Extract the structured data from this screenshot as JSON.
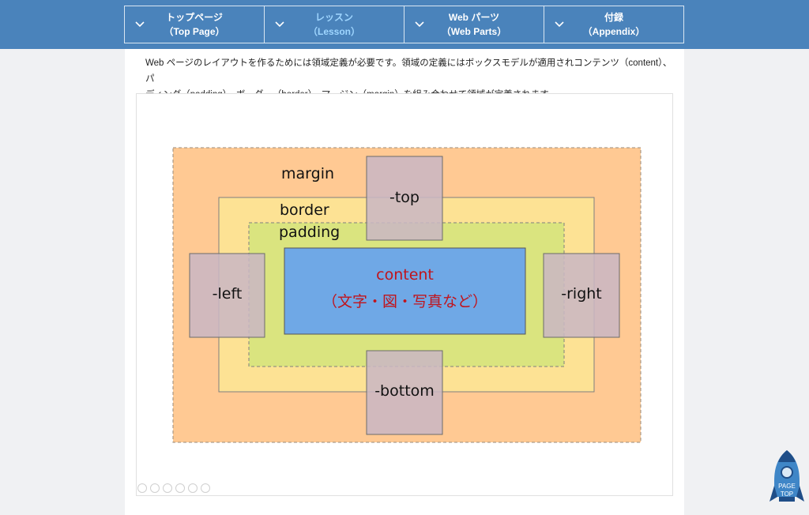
{
  "nav": {
    "items": [
      {
        "line1": "トップページ",
        "line2": "（Top Page）",
        "active": false
      },
      {
        "line1": "レッスン",
        "line2": "（Lesson）",
        "active": true
      },
      {
        "line1": "Web パーツ",
        "line2": "（Web Parts）",
        "active": false
      },
      {
        "line1": "付録",
        "line2": "（Appendix）",
        "active": false
      }
    ]
  },
  "intro": {
    "line1": "Web ページのレイアウトを作るためには領域定義が必要です。領域の定義にはボックスモデルが適用されコンテンツ（content）、パ",
    "line2": "ディング（padding）、ボーダー（border）、マージン（margin）を組み合わせて領域が定義されます。"
  },
  "diagram": {
    "margin": "margin",
    "border": "border",
    "padding": "padding",
    "content": "content",
    "content_sub": "（文字・図・写真など）",
    "top": "-top",
    "bottom": "-bottom",
    "left": "-left",
    "right": "-right",
    "colors": {
      "margin": "#ffc993",
      "border": "#fde294",
      "padding": "#dae47f",
      "content": "#6fa8e6",
      "overlay": "#c9b6c4",
      "content_text": "#c0141c"
    }
  },
  "pagetop": {
    "line1": "PAGE",
    "line2": "TOP"
  }
}
